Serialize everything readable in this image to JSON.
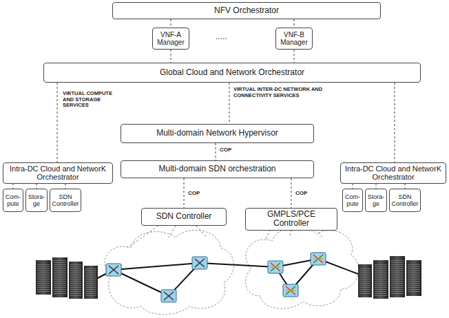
{
  "diagram": {
    "nodes": [
      {
        "text": [
          "NFV Orchestrator"
        ]
      },
      {
        "text": [
          "VNF-A Manager"
        ]
      },
      {
        "text": [
          "VNF-B Manager"
        ]
      },
      {
        "text": [
          "Global Cloud and Network Orchestrator"
        ]
      },
      {
        "text": [
          "Multi-domain Network Hypervisor"
        ]
      },
      {
        "text": [
          "Multi-domain SDN orchestration"
        ]
      },
      {
        "text": [
          "Intra-DC Cloud and NetworK Orchestrator"
        ]
      },
      {
        "text": [
          "Com- pute"
        ]
      },
      {
        "text": [
          "Stora- ge"
        ]
      },
      {
        "text": [
          "SDN Controller"
        ]
      },
      {
        "text": [
          "SDN Controller"
        ]
      },
      {
        "text": [
          "GMPLS/PCE Controller"
        ]
      },
      {
        "text": [
          "Intra-DC Cloud and NetworK Orchestrator"
        ]
      },
      {
        "text": [
          "Com- pute"
        ]
      },
      {
        "text": [
          "Stora- ge"
        ]
      },
      {
        "text": [
          "SDN Controller"
        ]
      }
    ],
    "edges": [
      {
        "from": 0,
        "to": 1,
        "arrow": "none"
      },
      {
        "from": 0,
        "to": 2,
        "arrow": "none"
      },
      {
        "from": 1,
        "to": 3,
        "arrow": "none"
      },
      {
        "from": 2,
        "to": 3,
        "arrow": "none"
      },
      {
        "from": 3,
        "to": 6,
        "label": "VIRTUAL COMPUTE AND STORAGE SERVICES",
        "arrow": "none"
      },
      {
        "from": 3,
        "to": 4,
        "label": "VIRTUAL INTER-DC NETWORK AND CONNECTIVITY SERVICES",
        "arrow": "none"
      },
      {
        "from": 3,
        "to": 12,
        "arrow": "none"
      },
      {
        "from": 4,
        "to": 5,
        "label": "COP",
        "arrow": "none"
      },
      {
        "from": 6,
        "to": 7,
        "arrow": "none"
      },
      {
        "from": 6,
        "to": 8,
        "arrow": "none"
      },
      {
        "from": 6,
        "to": 9,
        "arrow": "none"
      },
      {
        "from": 5,
        "to": 10,
        "label": "COP",
        "arrow": "none"
      },
      {
        "from": 5,
        "to": 11,
        "label": "COP",
        "arrow": "none"
      },
      {
        "from": 12,
        "to": 13,
        "arrow": "none"
      },
      {
        "from": 12,
        "to": 14,
        "arrow": "none"
      },
      {
        "from": 12,
        "to": 15,
        "arrow": "none"
      }
    ],
    "labels": [
      "....."
    ]
  }
}
